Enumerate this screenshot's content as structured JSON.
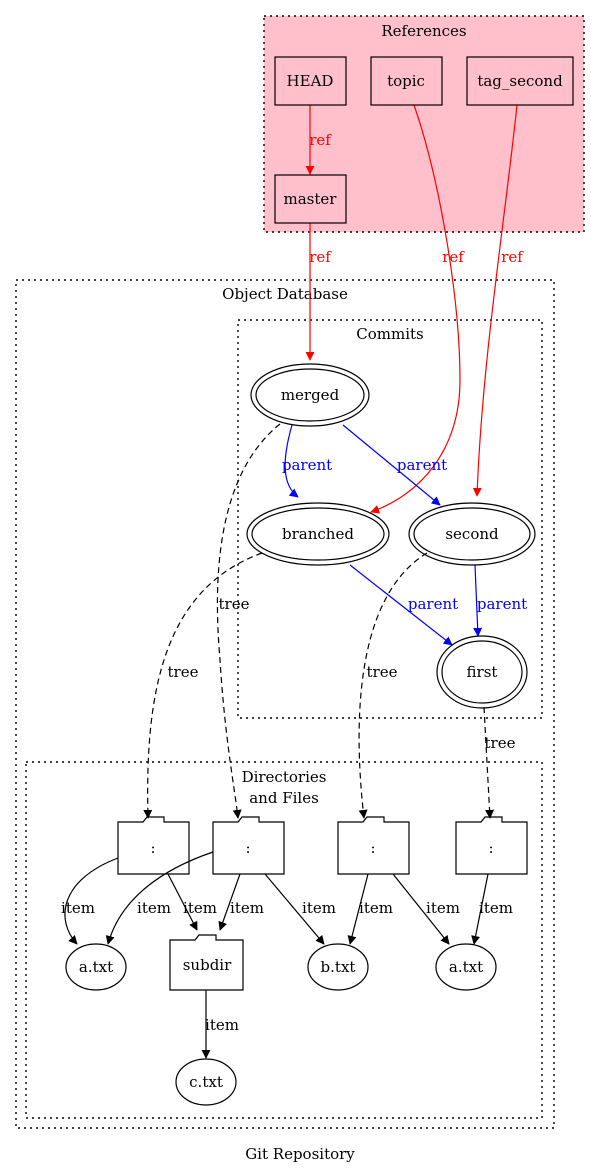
{
  "title": "Git Repository",
  "clusters": {
    "references": "References",
    "object_db": "Object Database",
    "commits": "Commits",
    "dirs_line1": "Directories",
    "dirs_line2": "and Files"
  },
  "refs": {
    "head": "HEAD",
    "topic": "topic",
    "tag_second": "tag_second",
    "master": "master"
  },
  "commits": {
    "merged": "merged",
    "branched": "branched",
    "second": "second",
    "first": "first"
  },
  "trees": {
    "t1": ":",
    "t2": ":",
    "t3": ":",
    "t4": ":"
  },
  "files": {
    "a_txt_left": "a.txt",
    "subdir": "subdir",
    "b_txt": "b.txt",
    "a_txt_right": "a.txt",
    "c_txt": "c.txt"
  },
  "edge_labels": {
    "ref": "ref",
    "parent": "parent",
    "tree": "tree",
    "item": "item"
  },
  "colors": {
    "references_fill": "#ffc0cb",
    "ref_edge": "#ff0000",
    "parent_edge": "#0000ff",
    "default_edge": "#000000"
  }
}
